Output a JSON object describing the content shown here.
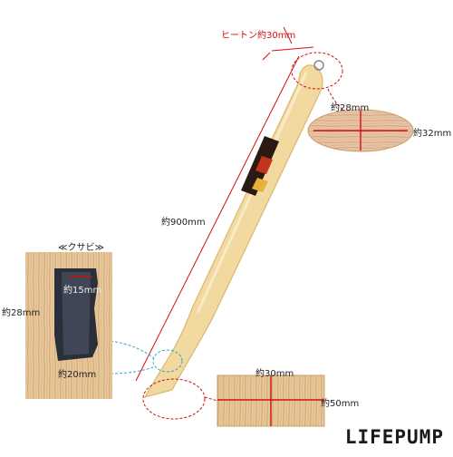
{
  "labels": {
    "heel_width": "ヒートン約30mm",
    "top_depth": "約28mm",
    "top_width": "約32mm",
    "length": "約900mm",
    "wedge_title": "≪クサビ≫",
    "wedge_inner": "約15mm",
    "wedge_height": "約28mm",
    "wedge_width": "約20mm",
    "bottom_width": "約30mm",
    "bottom_length": "約50mm"
  },
  "brand": "LIFEPUMP",
  "colors": {
    "wood": "#f2d9a0",
    "wood_edge": "#d9b76e",
    "dimension_line": "#d01010",
    "callout_line": "#2aa9c8",
    "wedge_metal": "#2b2f3a"
  }
}
